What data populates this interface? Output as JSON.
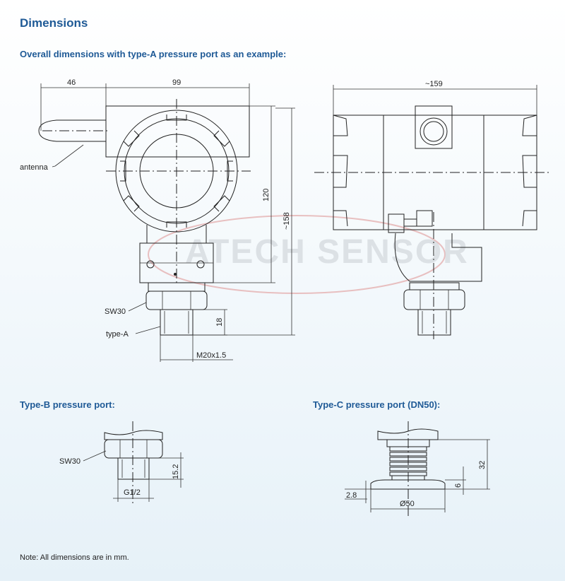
{
  "page": {
    "title": "Dimensions",
    "subtitle": "Overall dimensions with type-A pressure port as an example:",
    "note": "Note: All dimensions are in mm."
  },
  "front_view": {
    "dim_width_left": "46",
    "dim_width_right": "99",
    "dim_height_body": "120",
    "dim_height_total": "~158",
    "dim_thread_length": "18",
    "label_antenna": "antenna",
    "label_sw": "SW30",
    "label_port": "type-A",
    "label_thread": "M20x1.5"
  },
  "side_view": {
    "dim_width": "~159"
  },
  "watermark": "ATECH SENSOR",
  "type_b": {
    "heading": "Type-B pressure port:",
    "label_sw": "SW30",
    "dim_height": "15.2",
    "label_thread": "G1/2"
  },
  "type_c": {
    "heading": "Type-C pressure port (DN50):",
    "dim_height": "32",
    "dim_flange": "6",
    "dim_lip": "2.8",
    "dim_diameter": "Ø50"
  }
}
